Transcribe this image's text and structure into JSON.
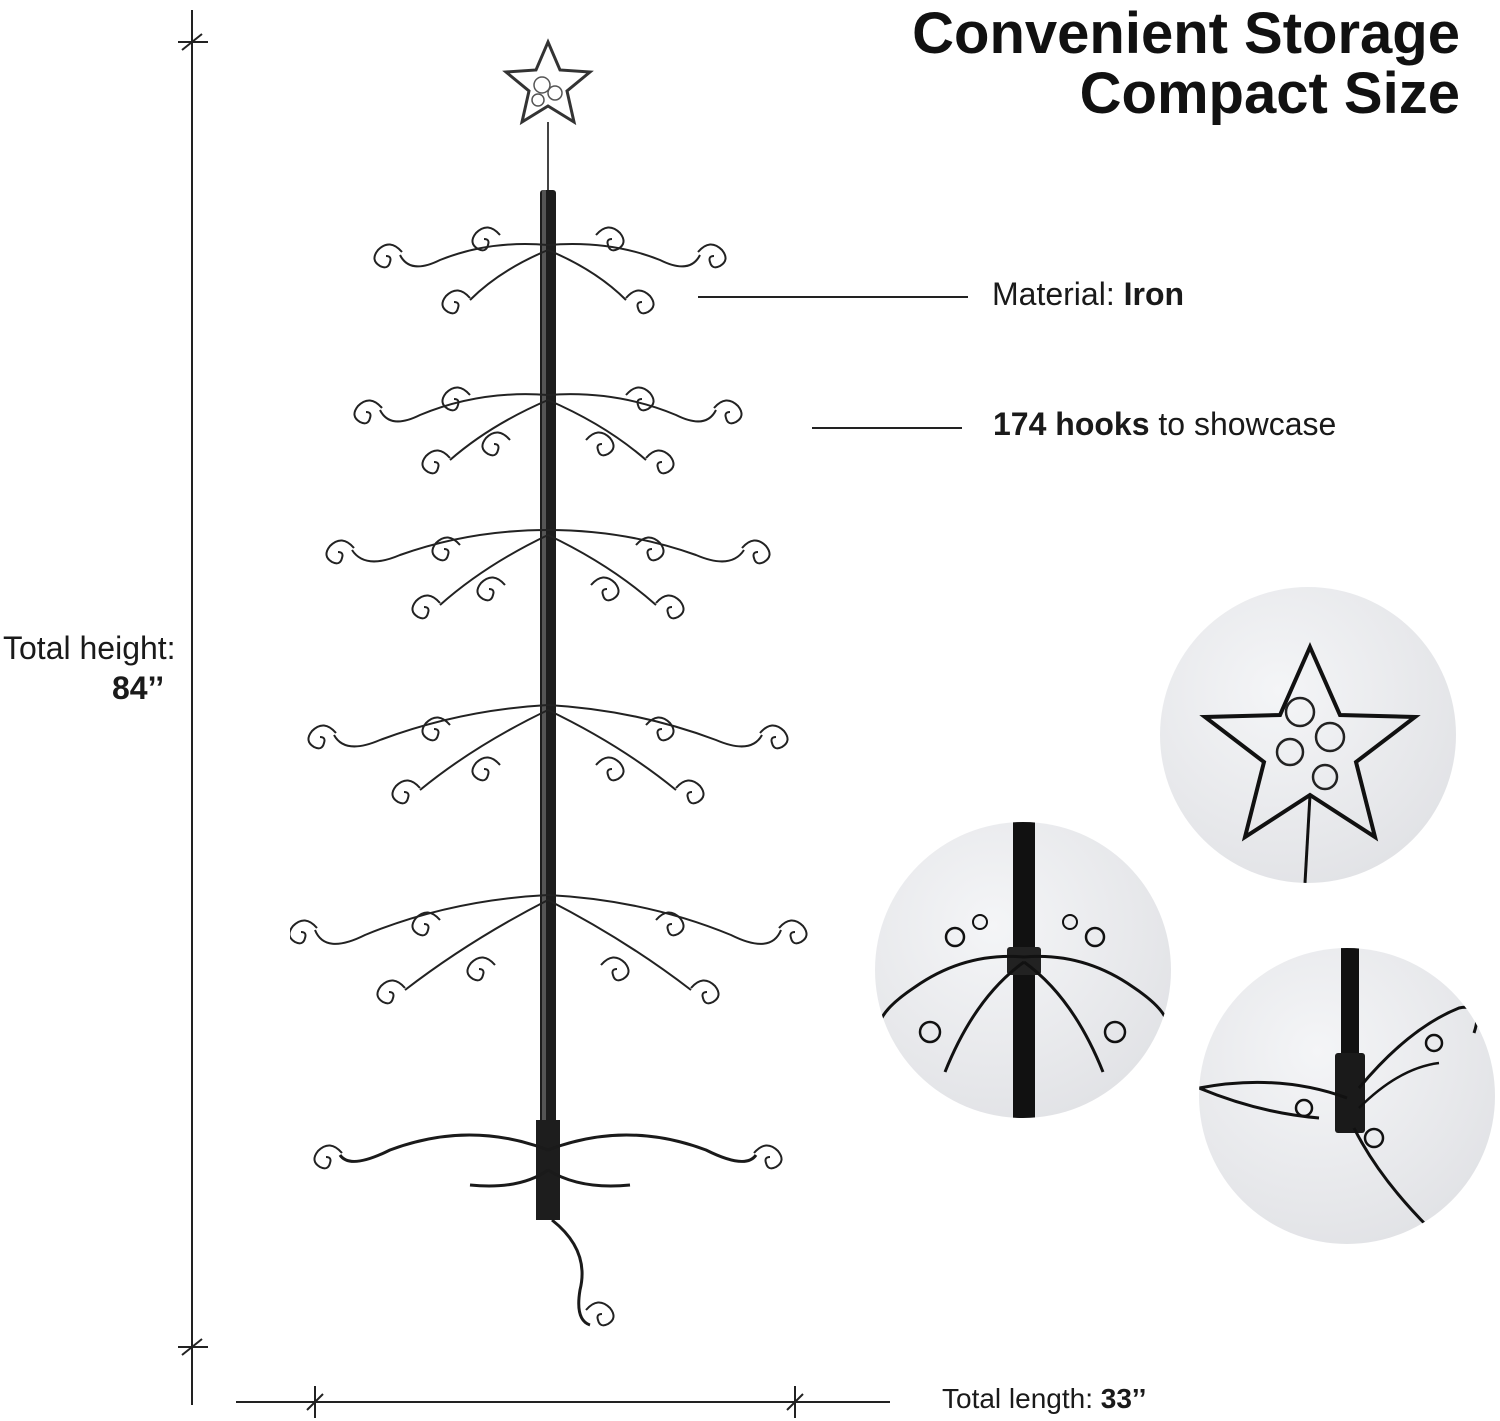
{
  "title": {
    "line1": "Convenient Storage",
    "line2": "Compact Size"
  },
  "material": {
    "prefix": "Material: ",
    "value": "Iron"
  },
  "hooks": {
    "count": "174 hooks",
    "suffix": " to showcase"
  },
  "height": {
    "label": "Total height:",
    "value": "84’’"
  },
  "length": {
    "label": "Total length: ",
    "value": "33’’"
  },
  "detail_images": [
    "star-topper-closeup",
    "branch-joint-closeup",
    "base-leg-closeup"
  ]
}
